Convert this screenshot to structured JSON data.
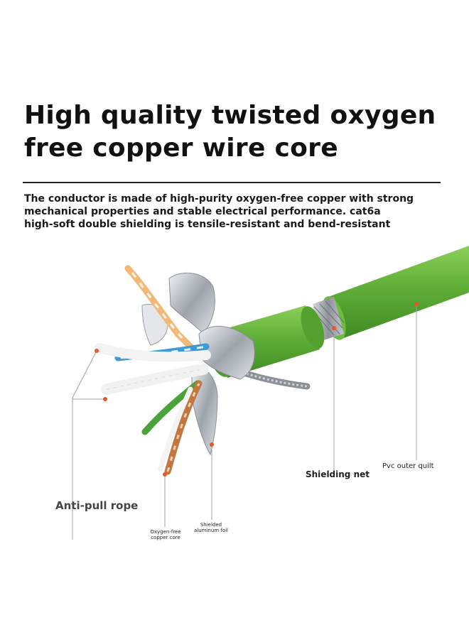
{
  "title": {
    "line1": "High quality twisted oxygen",
    "line2": "free copper wire core"
  },
  "description": {
    "line1": "The conductor is made of high-purity oxygen-free copper with strong",
    "line2": "mechanical properties and stable electrical performance. cat6a",
    "line3": "high-soft double shielding is tensile-resistant and bend-resistant"
  },
  "labels": {
    "anti_pull_rope": "Anti-pull rope",
    "oxygen_free_1": "Oxygen-free",
    "oxygen_free_2": "copper core",
    "aluminum_foil_1": "Shielded",
    "aluminum_foil_2": "aluminum foil",
    "shielding_net": "Shielding net",
    "pvc_outer": "Pvc outer quilt"
  },
  "colors": {
    "jacket": "#5daa35",
    "foil": "#c9ccd1",
    "pointer_dot": "#e8572a"
  }
}
